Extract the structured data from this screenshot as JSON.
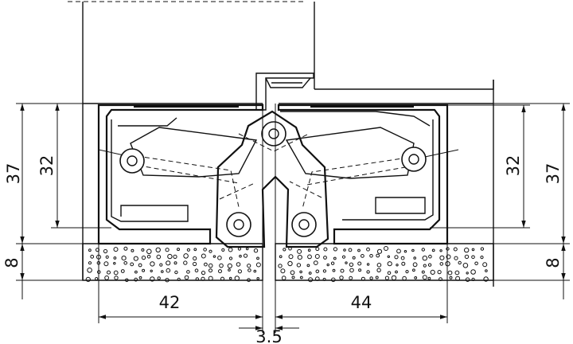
{
  "dimensions": {
    "left_outer_height": "37",
    "left_inner_height": "32",
    "right_inner_height": "32",
    "right_outer_height": "37",
    "left_bottom": "8",
    "right_bottom": "8",
    "width_left": "42",
    "width_right": "44",
    "gap": "3.5"
  }
}
